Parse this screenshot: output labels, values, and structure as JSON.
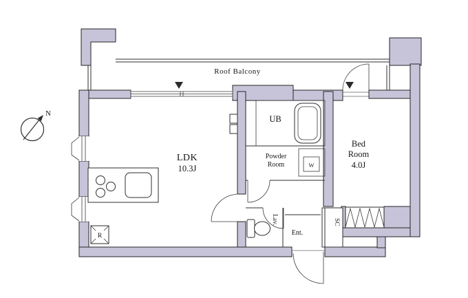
{
  "plan": {
    "balcony_label": "Roof Balcony",
    "compass_label": "N",
    "ldk": {
      "name": "LDK",
      "area": "10.3J"
    },
    "bedroom": {
      "name_line1": "Bed",
      "name_line2": "Room",
      "area": "4.0J"
    },
    "ub_label": "UB",
    "powder_room": {
      "line1": "Powder",
      "line2": "Room"
    },
    "washer_label": "W",
    "lavatory_label": "Lav.",
    "entrance_label": "Ent.",
    "shoe_closet_label": "SC",
    "refrigerator_label": "R"
  },
  "colors": {
    "wall_fill": "#c7c4d9",
    "wall_stroke": "#232323",
    "bath_fill": "#c5dcec",
    "tub_fill": "#e3eef7",
    "line_color": "#2b2b2b"
  }
}
